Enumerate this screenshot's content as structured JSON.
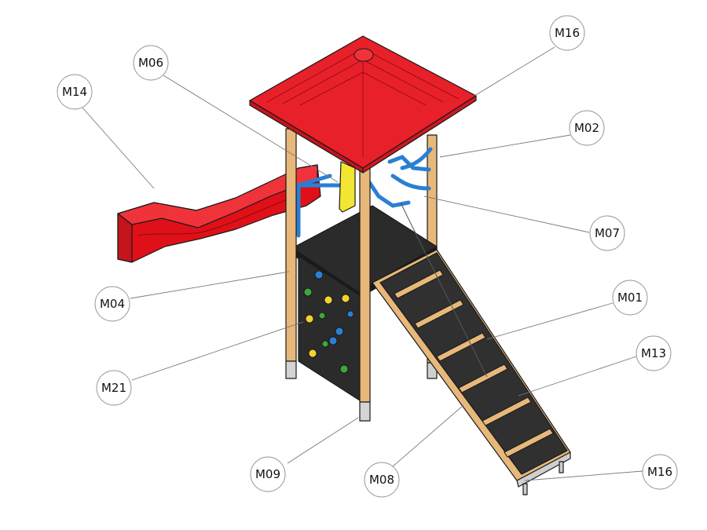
{
  "labels": {
    "M01": "M01",
    "M02": "M02",
    "M04": "M04",
    "M06": "M06",
    "M07": "M07",
    "M08": "M08",
    "M09": "M09",
    "M13": "M13",
    "M14": "M14",
    "M16": "M16",
    "M21": "M21"
  },
  "colors": {
    "roof": "#e8202a",
    "roof_shade": "#c4141c",
    "slide": "#e01018",
    "wood": "#e8b87a",
    "panel": "#2b2b2b",
    "rail": "#2a7fd4",
    "yellow": "#f2e632"
  }
}
